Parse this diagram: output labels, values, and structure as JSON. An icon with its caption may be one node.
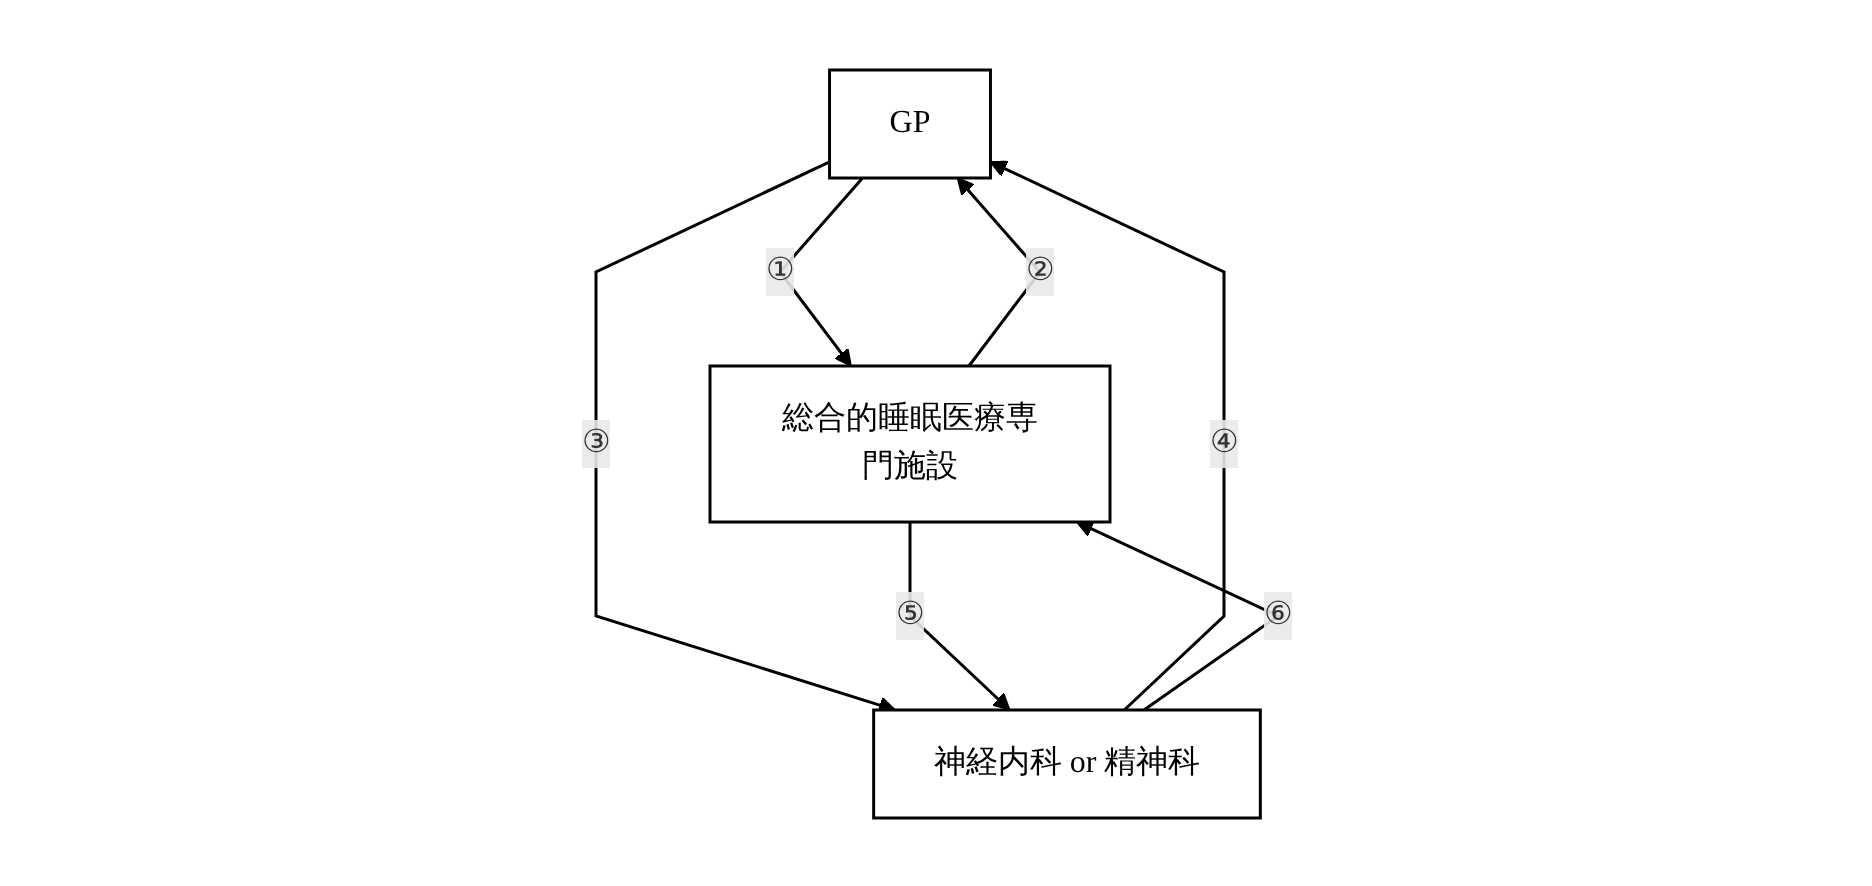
{
  "diagram": {
    "nodes": [
      {
        "text": [
          "GP"
        ]
      },
      {
        "text": [
          "総合的睡眠医療専門施設"
        ]
      },
      {
        "text": [
          "神経内科 or 精神科"
        ]
      }
    ],
    "edges": [
      {
        "from": 0,
        "to": 1,
        "arrow": "to",
        "label": "①"
      },
      {
        "from": 1,
        "to": 0,
        "arrow": "to",
        "label": "②"
      },
      {
        "from": 0,
        "to": 2,
        "arrow": "to",
        "label": "③"
      },
      {
        "from": 2,
        "to": 0,
        "arrow": "to",
        "label": "④"
      },
      {
        "from": 1,
        "to": 2,
        "arrow": "to",
        "label": "⑤"
      },
      {
        "from": 2,
        "to": 1,
        "arrow": "to",
        "label": "⑥"
      }
    ]
  }
}
